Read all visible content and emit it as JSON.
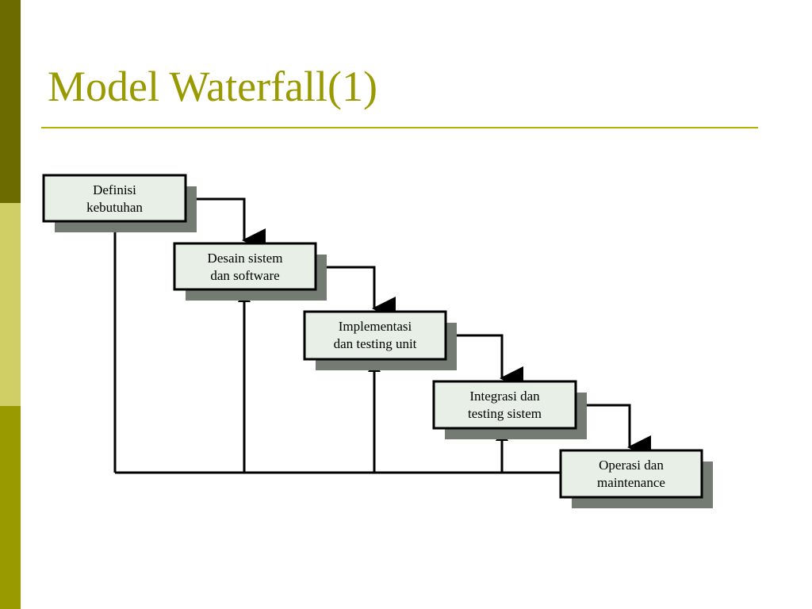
{
  "slide": {
    "title": "Model Waterfall(1)"
  },
  "colors": {
    "sidebar_top": "#6b6b00",
    "sidebar_mid": "#cfcf66",
    "sidebar_bottom": "#999900",
    "title": "#999900",
    "rule": "#b3b300",
    "box_fill": "#e7efe7",
    "box_shadow": "#737b73",
    "line": "#000000"
  },
  "diagram": {
    "phases": [
      {
        "lines": [
          "Definisi",
          "kebutuhan"
        ]
      },
      {
        "lines": [
          "Desain sistem",
          "dan software"
        ]
      },
      {
        "lines": [
          "Implementasi",
          "dan testing unit"
        ]
      },
      {
        "lines": [
          "Integrasi dan",
          "testing sistem"
        ]
      },
      {
        "lines": [
          "Operasi dan",
          "maintenance"
        ]
      }
    ]
  }
}
